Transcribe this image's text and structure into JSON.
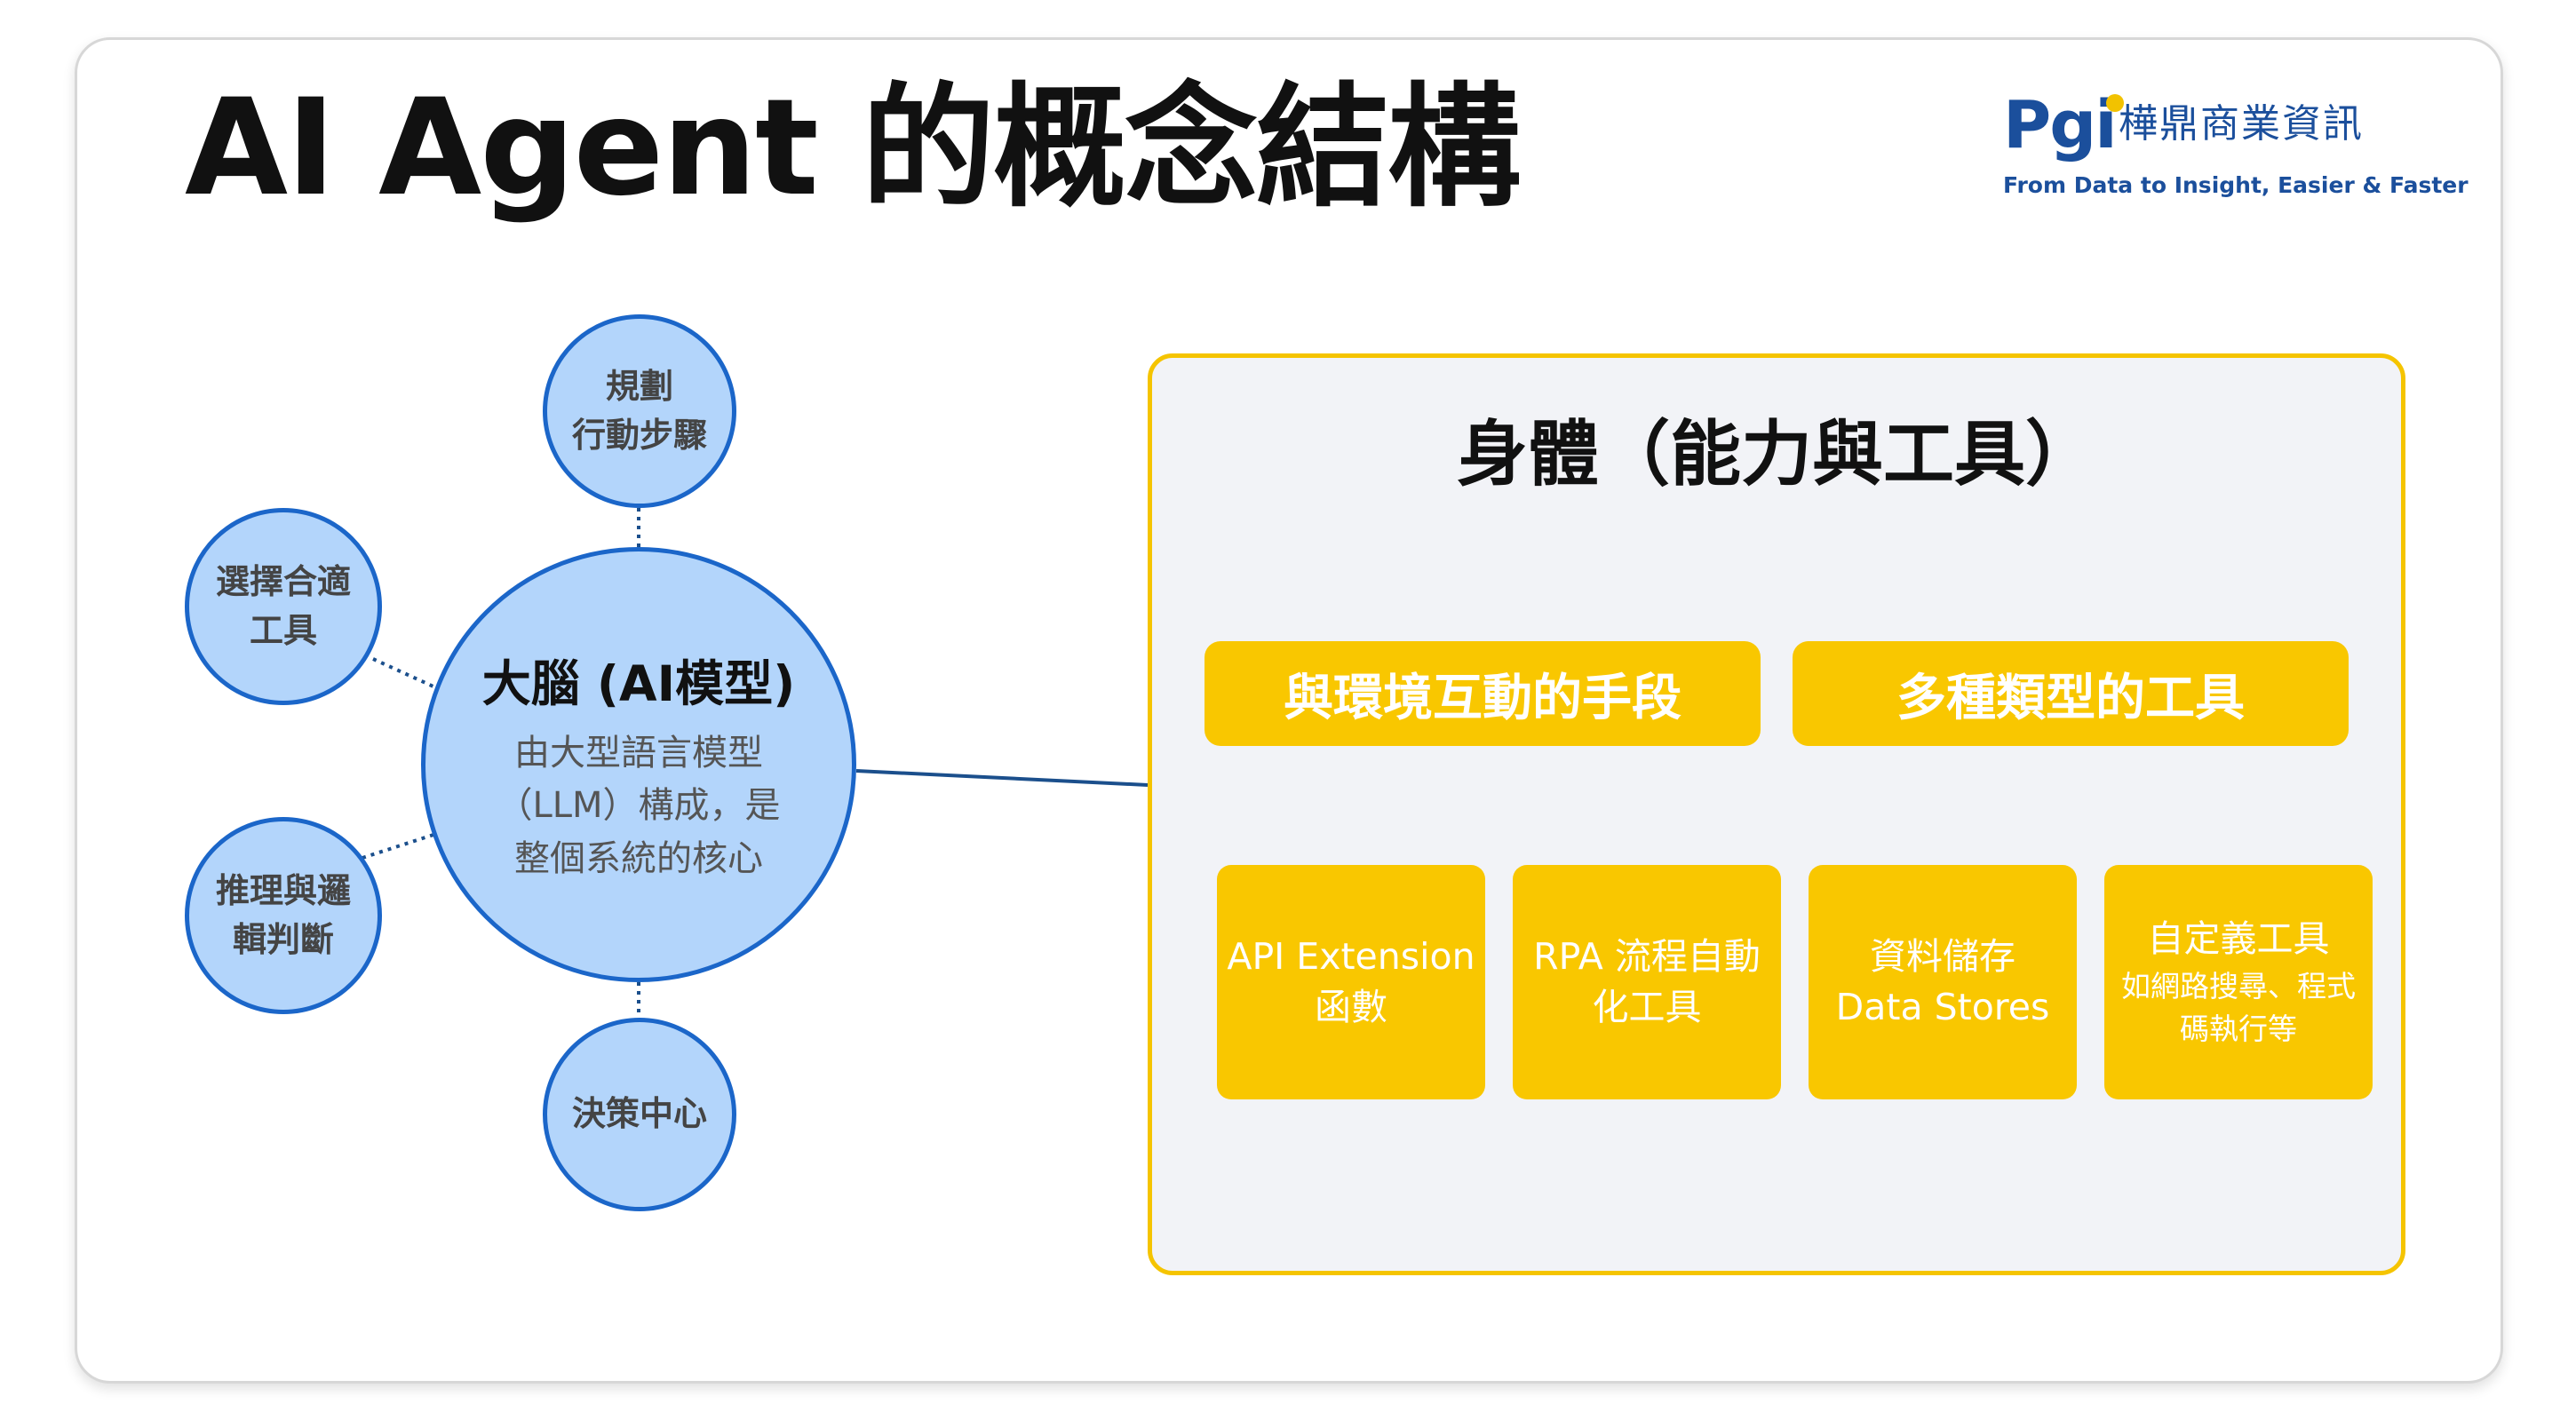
{
  "title": "AI Agent 的概念結構",
  "logo": {
    "mark": "Pgi",
    "name": "樺鼎商業資訊",
    "tagline": "From Data to Insight, Easier & Faster"
  },
  "brain": {
    "title": "大腦 (AI模型)",
    "desc": [
      "由大型語言模型",
      "（LLM）構成，是",
      "整個系統的核心"
    ]
  },
  "satellites": {
    "planning": [
      "規劃",
      "行動步驟"
    ],
    "tool_selection": [
      "選擇合適",
      "工具"
    ],
    "reasoning": [
      "推理與邏",
      "輯判斷"
    ],
    "decision": [
      "決策中心"
    ]
  },
  "body": {
    "title": "身體（能力與工具）",
    "groups": [
      "與環境互動的手段",
      "多種類型的工具"
    ],
    "tools": [
      {
        "lines": [
          "API Extension",
          "函數"
        ]
      },
      {
        "lines": [
          "RPA 流程自動",
          "化工具"
        ]
      },
      {
        "lines": [
          "資料儲存",
          "Data Stores"
        ]
      },
      {
        "lines": [
          "自定義工具"
        ],
        "sub": [
          "如網路搜尋、程式",
          "碼執行等"
        ]
      }
    ]
  },
  "colors": {
    "circle_fill": "#b3d5fb",
    "circle_stroke": "#1b66c9",
    "panel_border": "#f5c400",
    "box_fill": "#f9c700",
    "panel_fill": "#f2f3f7"
  }
}
